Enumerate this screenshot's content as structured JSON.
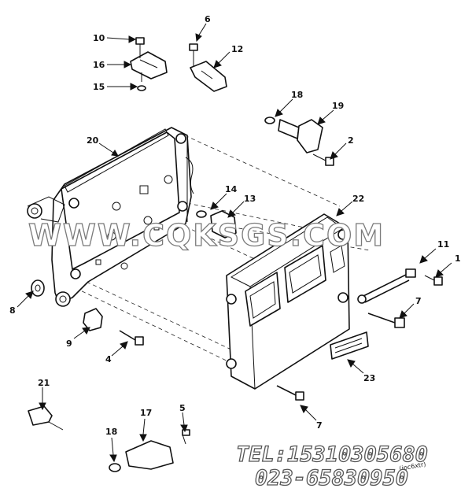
{
  "diagram": {
    "callouts": [
      "1",
      "2",
      "4",
      "5",
      "6",
      "7",
      "7",
      "8",
      "9",
      "10",
      "11",
      "12",
      "13",
      "14",
      "15",
      "16",
      "17",
      "18",
      "18",
      "19",
      "20",
      "21",
      "22",
      "23"
    ],
    "drawing_code": "(jpc6xtr)"
  },
  "watermark": {
    "url": "WWW.CQKSGS.COM",
    "tel": "TEL:15310305680",
    "phone": "023-65830950"
  }
}
